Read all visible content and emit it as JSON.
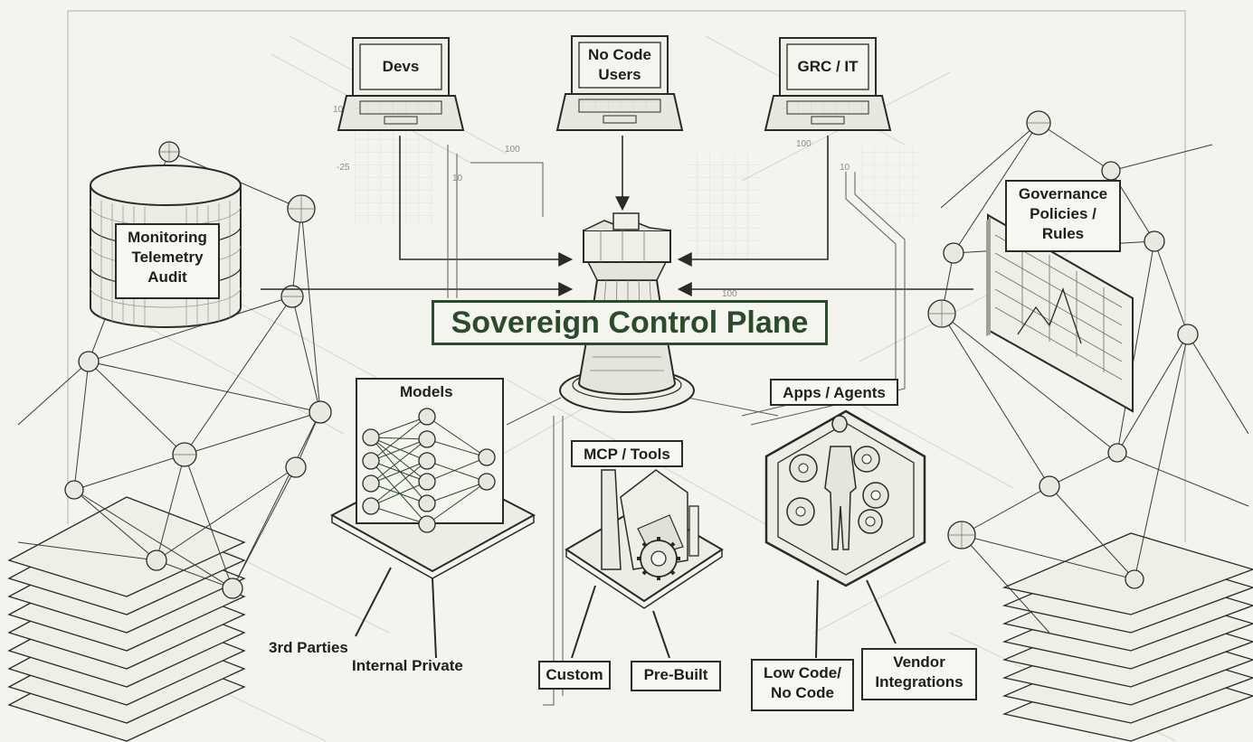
{
  "title": "Sovereign Control Plane",
  "users": [
    {
      "label": "Devs"
    },
    {
      "label": "No Code\nUsers"
    },
    {
      "label": "GRC / IT"
    }
  ],
  "monitoring": {
    "label": "Monitoring\nTelemetry\nAudit"
  },
  "governance": {
    "label": "Governance\nPolicies /\nRules"
  },
  "models": {
    "label": "Models",
    "sources": [
      "3rd Parties",
      "Internal Private"
    ]
  },
  "mcp": {
    "label": "MCP / Tools",
    "sources": [
      "Custom",
      "Pre-Built"
    ]
  },
  "apps": {
    "label": "Apps / Agents",
    "sources": [
      "Low Code/\nNo Code",
      "Vendor\nIntegrations"
    ]
  },
  "background_numbers": [
    "10",
    "-25",
    "100",
    "10",
    "100",
    "10",
    "100"
  ],
  "colors": {
    "accent": "#2e4a2e",
    "ink": "#2a2b26",
    "background": "#f3f4ee",
    "grid": "#c9cbc0"
  }
}
